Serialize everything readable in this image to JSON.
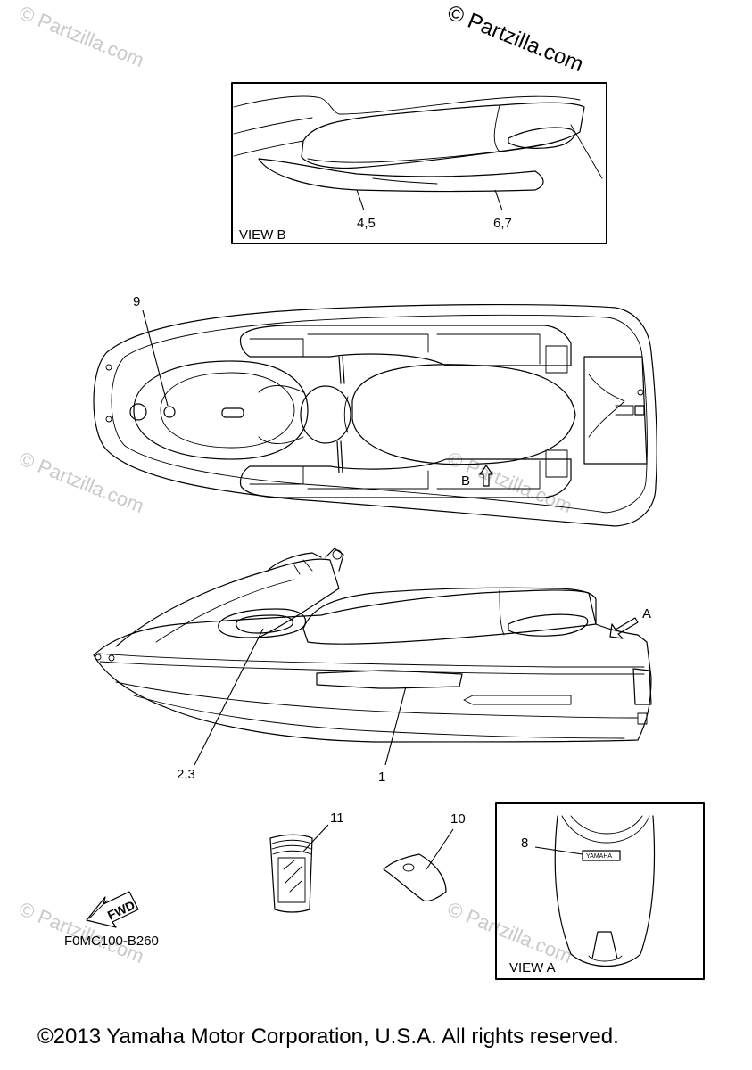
{
  "watermark": {
    "text": "© Partzilla.com",
    "top_text": "© Partzilla.com"
  },
  "views": {
    "view_b_label": "VIEW B",
    "view_a_label": "VIEW A",
    "arrow_a_label": "A",
    "arrow_b_label": "B"
  },
  "callouts": {
    "c1": "1",
    "c23": "2,3",
    "c45": "4,5",
    "c67": "6,7",
    "c8": "8",
    "c9": "9",
    "c10": "10",
    "c11": "11"
  },
  "badges": {
    "yamaha": "YAMAHA",
    "fwd": "FWD"
  },
  "diagram_code": "F0MC100-B260",
  "copyright": "©2013 Yamaha Motor Corporation, U.S.A. All rights reserved."
}
